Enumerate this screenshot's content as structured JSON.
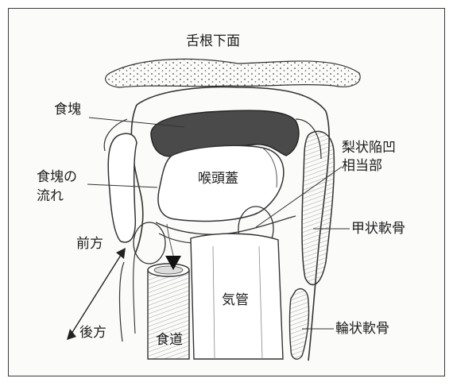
{
  "diagram": {
    "labels": {
      "tongue_base_underside": "舌根下面",
      "bolus": "食塊",
      "bolus_flow": [
        "食塊の",
        "流れ"
      ],
      "epiglottis": "喉頭蓋",
      "piriform_sinus": [
        "梨状陥凹",
        "相当部"
      ],
      "thyroid_cartilage": "甲状軟骨",
      "anterior": "前方",
      "trachea": "気管",
      "posterior": "後方",
      "esophagus": "食道",
      "cricoid_cartilage": "輪状軟骨"
    }
  }
}
